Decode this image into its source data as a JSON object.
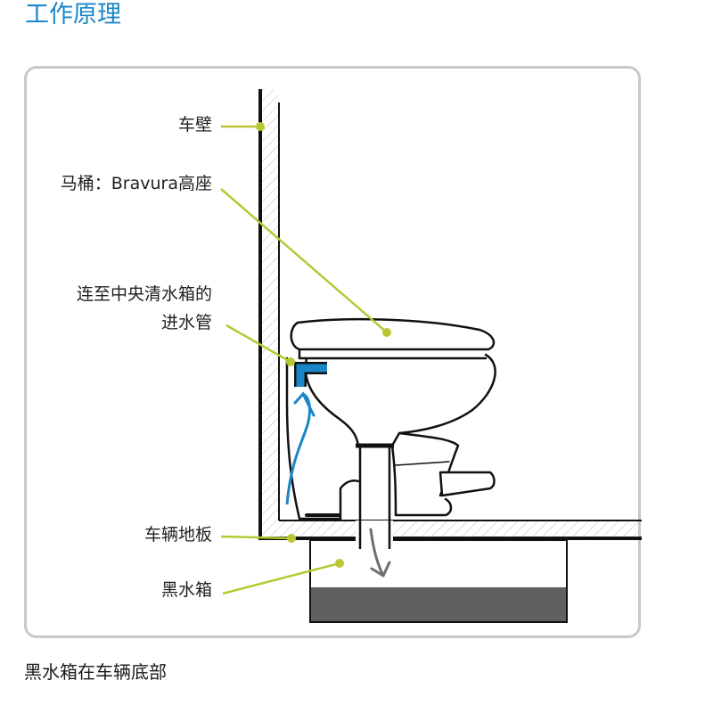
{
  "title": "工作原理",
  "callouts": {
    "wall": "车壁",
    "toilet": "马桶：Bravura高座",
    "inlet_line1": "连至中央清水箱的",
    "inlet_line2": "进水管",
    "floor": "车辆地板",
    "black_tank": "黑水箱"
  },
  "caption": "黑水箱在车辆底部",
  "colors": {
    "title": "#1a86c8",
    "water_inlet": "#1a86c8",
    "leader_line": "#b8c832",
    "tank_fill": "#606060",
    "frame": "#c8c8c8",
    "drain_arrow": "#6e6e6e"
  }
}
